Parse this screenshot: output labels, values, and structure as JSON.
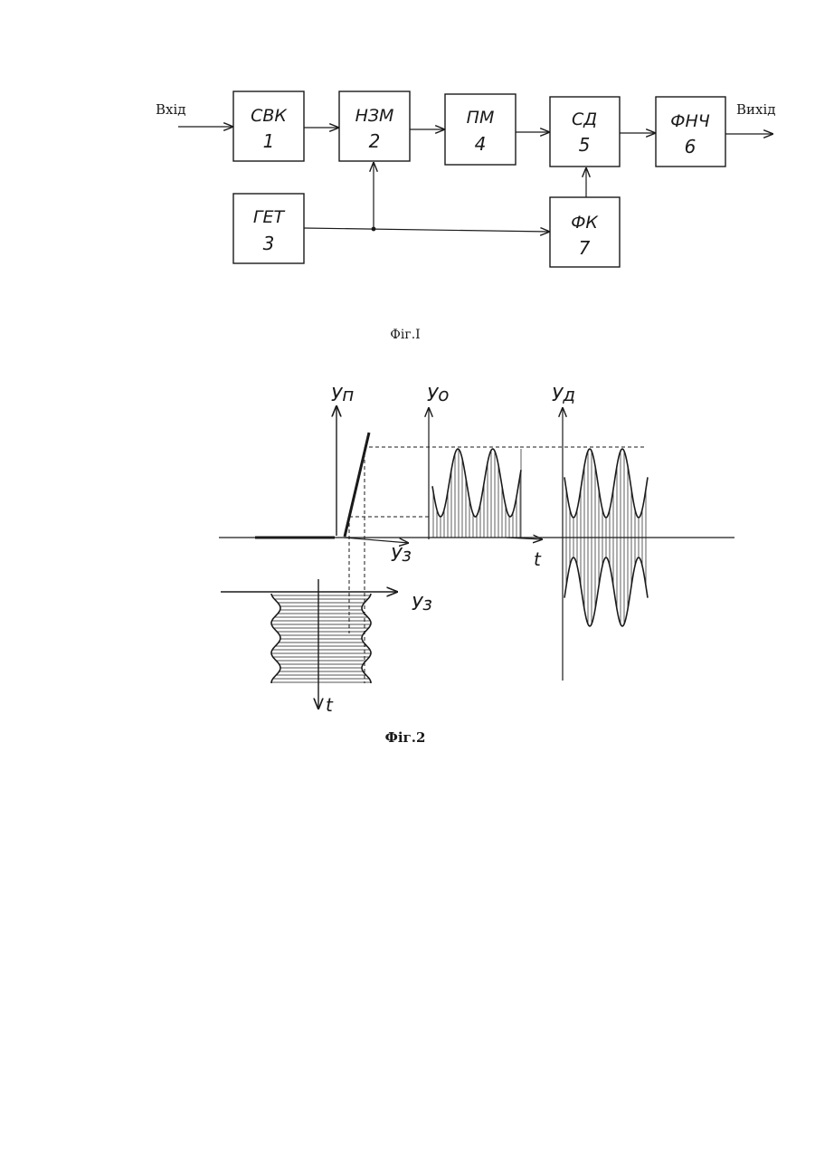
{
  "fig1": {
    "input_label": "Вхід",
    "output_label": "Вихід",
    "caption": "Фіг.I",
    "blocks": [
      {
        "id": "svk",
        "name": "СВК",
        "num": "1"
      },
      {
        "id": "nzm",
        "name": "НЗМ",
        "num": "2"
      },
      {
        "id": "get",
        "name": "ГЕТ",
        "num": "3"
      },
      {
        "id": "pm",
        "name": "ПМ",
        "num": "4"
      },
      {
        "id": "sd",
        "name": "СД",
        "num": "5"
      },
      {
        "id": "fnch",
        "name": "ФНЧ",
        "num": "6"
      },
      {
        "id": "fk",
        "name": "ФК",
        "num": "7"
      }
    ]
  },
  "fig2": {
    "caption": "Фіг.2",
    "axis_labels": {
      "yn": "Уп",
      "yo": "Уо",
      "yd": "Уд",
      "yz_top": "Уз",
      "yz_bottom": "Уз",
      "t_mid": "t",
      "t_bottom": "t"
    }
  }
}
